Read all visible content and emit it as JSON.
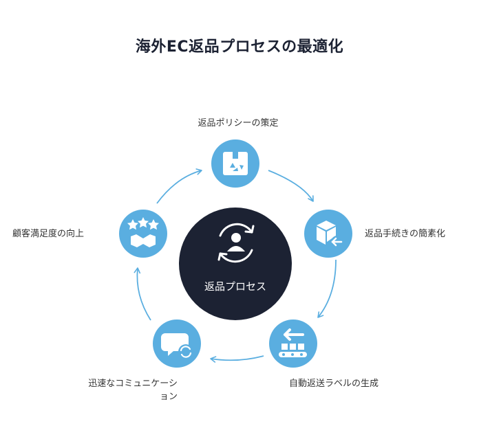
{
  "title": "海外EC返品プロセスの最適化",
  "center": {
    "label": "返品プロセス",
    "icon": "refresh-person-icon"
  },
  "nodes": [
    {
      "label": "返品ポリシーの策定",
      "icon": "box-recycle-icon"
    },
    {
      "label": "返品手続きの簡素化",
      "icon": "box-return-arrow-icon"
    },
    {
      "label": "自動返送ラベルの生成",
      "icon": "conveyor-arrow-icon"
    },
    {
      "label": "迅速なコミュニケーション",
      "icon": "chat-refresh-icon"
    },
    {
      "label": "顧客満足度の向上",
      "icon": "stars-handshake-icon"
    }
  ],
  "colors": {
    "node": "#5aaee0",
    "node_dark": "#3f8fc7",
    "center": "#1c2233",
    "arrow": "#5aaee0",
    "title": "#1c2233"
  }
}
